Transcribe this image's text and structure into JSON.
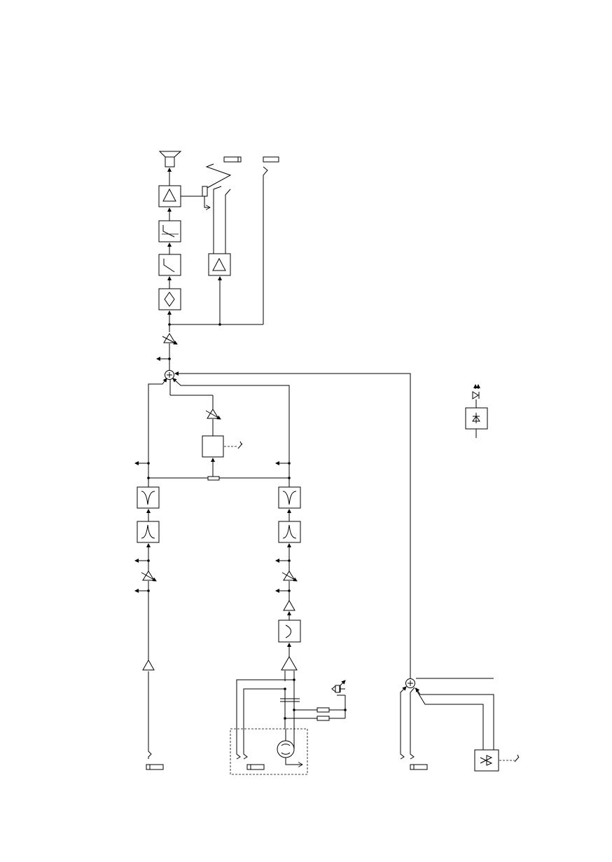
{
  "diagram": {
    "type": "block-schematic",
    "blocks": [
      {
        "id": "loudspeaker",
        "symbol": "speaker"
      },
      {
        "id": "output-amplifier",
        "symbol": "triangle"
      },
      {
        "id": "compressor-characteristic",
        "symbol": "knee-curve"
      },
      {
        "id": "lowpass-filter",
        "symbol": "slope"
      },
      {
        "id": "diamond-processor",
        "symbol": "diamond"
      },
      {
        "id": "line-out-amplifier",
        "symbol": "triangle"
      },
      {
        "id": "master-volume",
        "symbol": "variable-gain"
      },
      {
        "id": "summing-junction-main",
        "symbol": "sum"
      },
      {
        "id": "reverb-send-gain",
        "symbol": "variable-gain"
      },
      {
        "id": "effects-processor",
        "symbol": "blank-box"
      },
      {
        "id": "balance-pot",
        "symbol": "resistor"
      },
      {
        "id": "left-eq-highcut",
        "symbol": "eq"
      },
      {
        "id": "left-eq-lowcut",
        "symbol": "eq"
      },
      {
        "id": "left-channel-gain",
        "symbol": "variable-gain"
      },
      {
        "id": "left-preamp",
        "symbol": "triangle"
      },
      {
        "id": "right-eq-highcut",
        "symbol": "eq"
      },
      {
        "id": "right-eq-lowcut",
        "symbol": "eq"
      },
      {
        "id": "right-channel-gain",
        "symbol": "variable-gain"
      },
      {
        "id": "right-buffer",
        "symbol": "triangle"
      },
      {
        "id": "right-highpass",
        "symbol": "curve"
      },
      {
        "id": "mic-preamp",
        "symbol": "triangle"
      },
      {
        "id": "microphone",
        "symbol": "mic-capsule"
      },
      {
        "id": "phantom-power-resistors",
        "symbol": "resistor-pair"
      },
      {
        "id": "summing-junction-aux",
        "symbol": "sum"
      },
      {
        "id": "bluetooth-module",
        "symbol": "bluetooth"
      },
      {
        "id": "power-rectifier",
        "symbol": "diode-box"
      },
      {
        "id": "power-led",
        "symbol": "led"
      }
    ],
    "connectors": [
      {
        "id": "speaker-out-jack",
        "symbol": "jack"
      },
      {
        "id": "headphone-jack",
        "symbol": "jack"
      },
      {
        "id": "left-input-jack",
        "symbol": "jack"
      },
      {
        "id": "mic-jack",
        "symbol": "jack"
      },
      {
        "id": "aux-input-jack",
        "symbol": "jack"
      }
    ]
  }
}
